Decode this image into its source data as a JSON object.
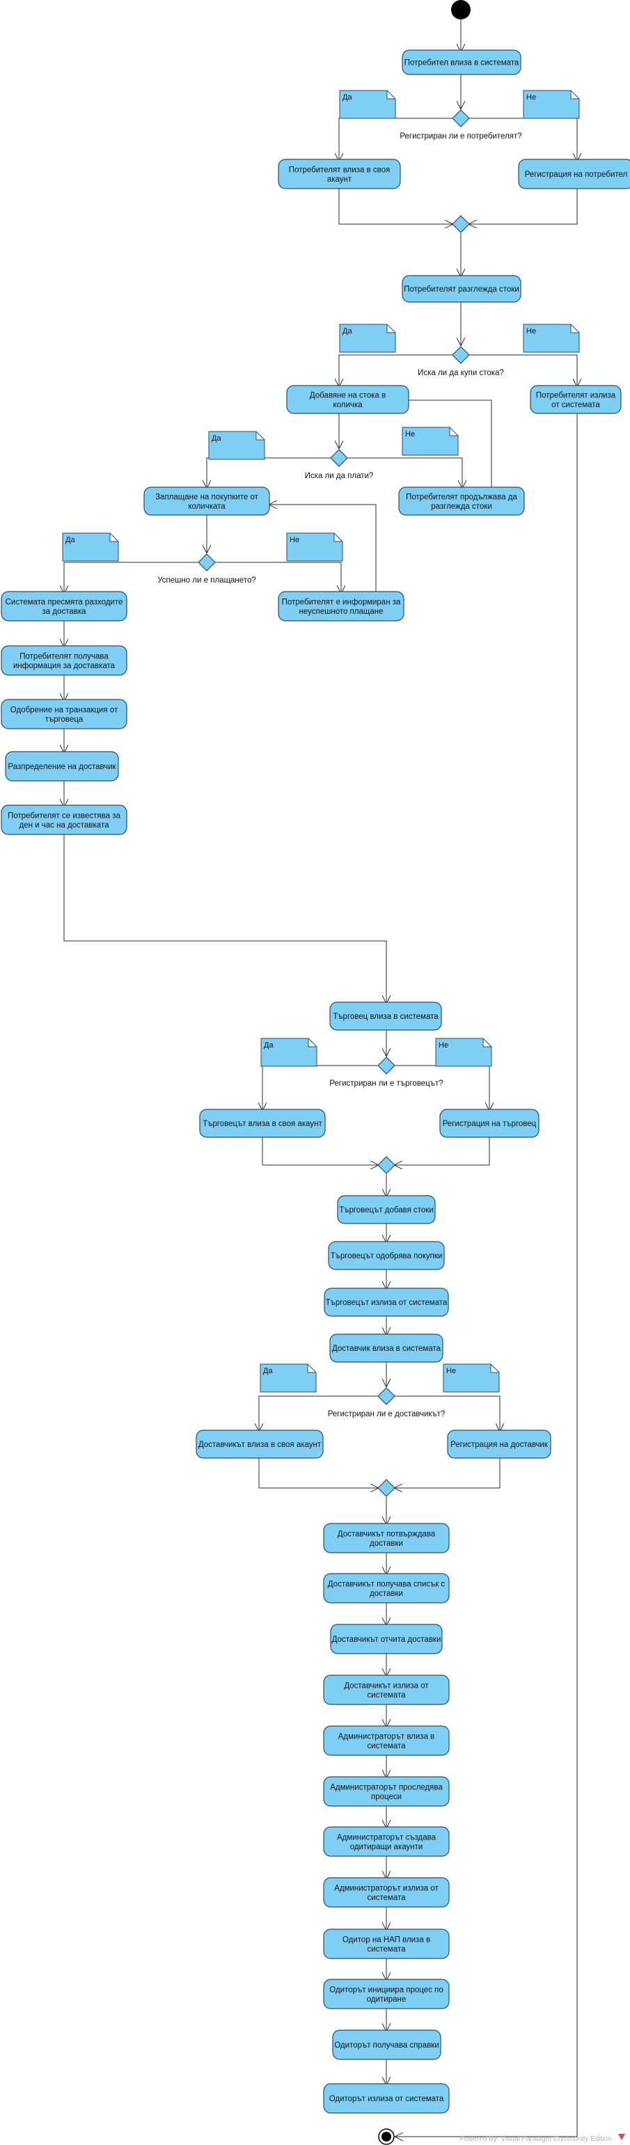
{
  "activities": {
    "a1": [
      "Потребител влиза в системата"
    ],
    "a2": [
      "Потребителят влиза в своя",
      "акаунт"
    ],
    "a3": [
      "Регистрация на потребител"
    ],
    "a4": [
      "Потребителят разглежда стоки"
    ],
    "a5": [
      "Добавяне на стока в",
      "количка"
    ],
    "a6": [
      "Потребителят излиза",
      "от системата"
    ],
    "a7": [
      "Заплащане на покупките от",
      "количката"
    ],
    "a8": [
      "Потребителят продължава да",
      "разглежда стоки"
    ],
    "a9": [
      "Системата пресмята разходите",
      "за доставка"
    ],
    "a10": [
      "Потребителят е информиран за",
      "неуспешното плащане"
    ],
    "a11": [
      "Потребителят получава",
      "информация за доставката"
    ],
    "a12": [
      "Одобрение на транзакция от",
      "търговеца"
    ],
    "a13": [
      "Разпределение на доставчик"
    ],
    "a14": [
      "Потребителят се известява за",
      "ден и час на доставката"
    ],
    "a15": [
      "Търговец влиза в системата"
    ],
    "a16": [
      "Търговецът влиза в своя акаунт"
    ],
    "a17": [
      "Регистрация на търговец"
    ],
    "a18": [
      "Търговецът добавя стоки"
    ],
    "a19": [
      "Търговецът одобрява покупки"
    ],
    "a20": [
      "Търговецът излиза от системата"
    ],
    "a21": [
      "Доставчик влиза в системата"
    ],
    "a22": [
      "Доставчикът влиза в своя акаунт"
    ],
    "a23": [
      "Регистрация на доставчик"
    ],
    "a24": [
      "Доставчикът потвърждава",
      "доставки"
    ],
    "a25": [
      "Доставчикът получава списък с",
      "доставки"
    ],
    "a26": [
      "Доставчикът отчита доставки"
    ],
    "a27": [
      "Доставчикът излиза от",
      "системата"
    ],
    "a28": [
      "Администраторът влиза в",
      "системата"
    ],
    "a29": [
      "Администраторът проследява",
      "процеси"
    ],
    "a30": [
      "Администраторът създава",
      "одитиращи акаунти"
    ],
    "a31": [
      "Администраторът излиза от",
      "системата"
    ],
    "a32": [
      "Одитор на НАП влиза в",
      "системата"
    ],
    "a33": [
      "Одиторът инициира процес по",
      "одитиране"
    ],
    "a34": [
      "Одиторът получава справки"
    ],
    "a35": [
      "Одиторът излиза от системата"
    ]
  },
  "decisions": {
    "d1": "Регистриран ли е потребителят?",
    "d3": "Иска ли да купи стока?",
    "d4": "Иска ли да плати?",
    "d5": "Успешно ли е плащането?",
    "d6": "Регистриран ли е търговецът?",
    "d8": "Регистриран ли е доставчикът?"
  },
  "notes": {
    "yes": "Да",
    "no": "Не"
  },
  "watermark": "Powered By: Visual Paradigm Community Edition"
}
